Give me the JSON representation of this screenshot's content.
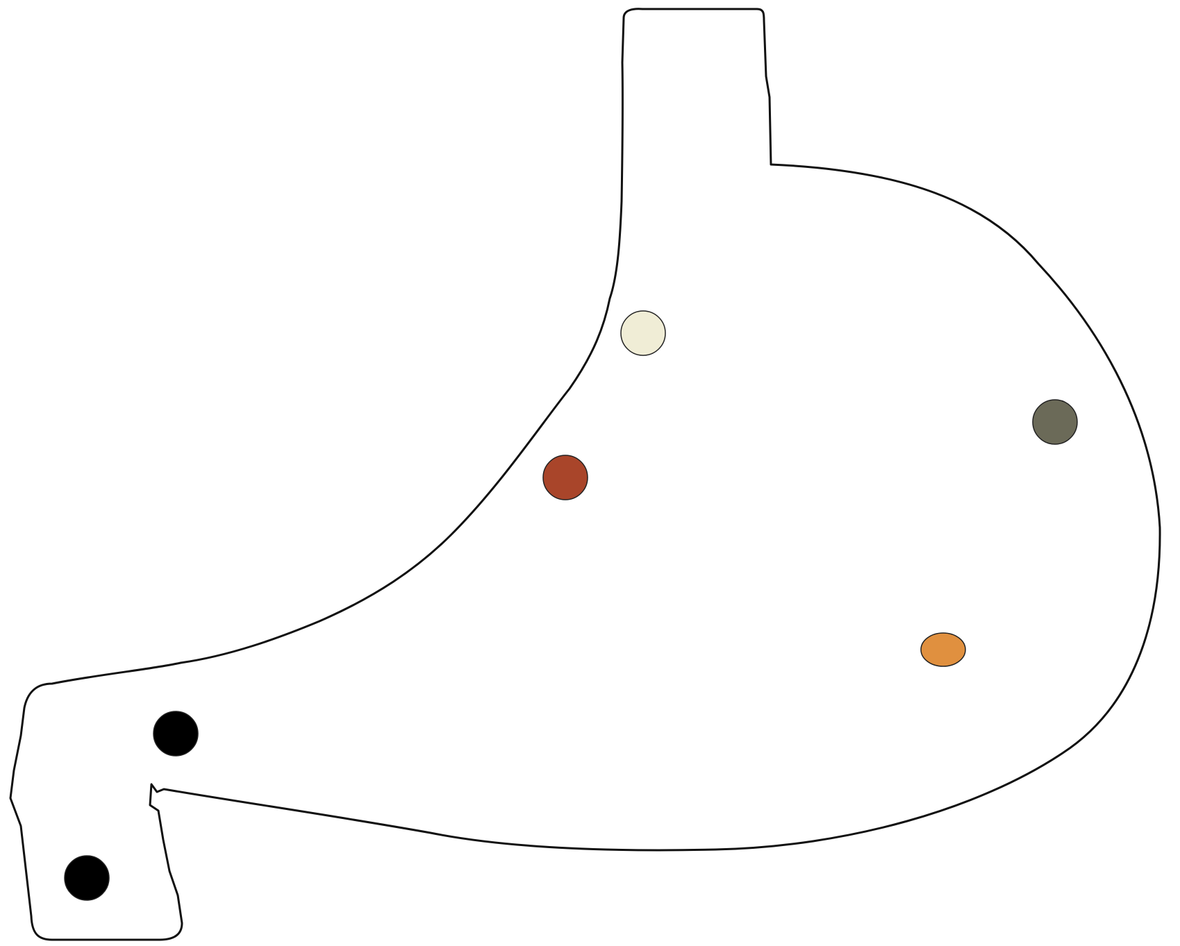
{
  "diagram": {
    "outline": {
      "fill": "#ffffff",
      "stroke": "#111111"
    },
    "markers": [
      {
        "name": "marker-cream",
        "color": "#f0edd6",
        "stroke": "#333333"
      },
      {
        "name": "marker-gray",
        "color": "#6b6a58",
        "stroke": "#222222"
      },
      {
        "name": "marker-rust",
        "color": "#a9452a",
        "stroke": "#222222"
      },
      {
        "name": "marker-orange",
        "color": "#e0903f",
        "stroke": "#333333"
      },
      {
        "name": "marker-black-upper",
        "color": "#000000",
        "stroke": "#000000"
      },
      {
        "name": "marker-black-lower",
        "color": "#000000",
        "stroke": "#000000"
      }
    ]
  }
}
